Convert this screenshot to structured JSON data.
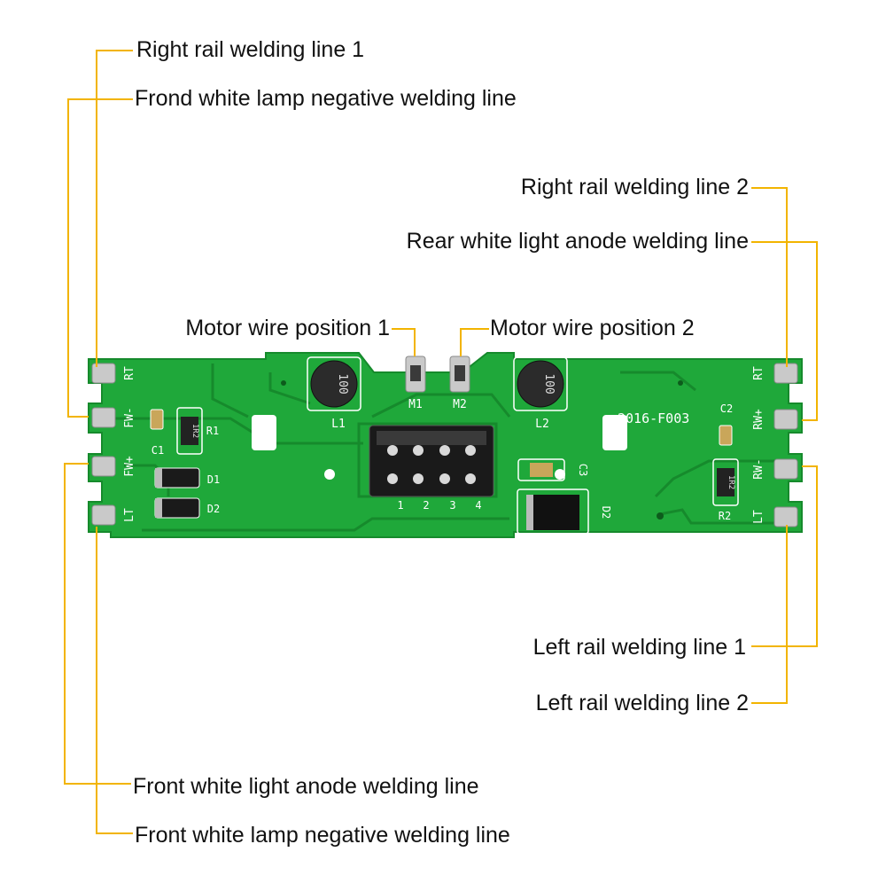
{
  "callouts": {
    "right_rail_1": "Right rail welding line 1",
    "frond_white_lamp_neg": "Frond white lamp negative welding line",
    "right_rail_2": "Right rail welding line 2",
    "rear_white_anode": "Rear white light anode welding line",
    "motor_pos_1": "Motor wire position 1",
    "motor_pos_2": "Motor wire position 2",
    "left_rail_1": "Left rail welding line 1",
    "left_rail_2": "Left rail welding line 2",
    "front_white_anode": "Front white light anode welding line",
    "front_white_lamp_neg": "Front white lamp negative welding line"
  },
  "board": {
    "model": "2016-F003",
    "pads_left": [
      "RT",
      "FW-",
      "FW+",
      "LT"
    ],
    "pads_right": [
      "RT",
      "RW+",
      "RW-",
      "LT"
    ],
    "motor_pads": [
      "M1",
      "M2"
    ],
    "inductors": [
      "L1",
      "L2"
    ],
    "inductor_marking": "100",
    "resistors": [
      "R1",
      "R2"
    ],
    "resistor_marking": "1R2",
    "capacitors": [
      "C1",
      "C2",
      "C3"
    ],
    "diodes": [
      "D1",
      "D2",
      "D2"
    ],
    "connector_pins": [
      "1",
      "2",
      "3",
      "4"
    ]
  },
  "colors": {
    "leader": "#f2b400",
    "board": "#1fa83a",
    "board_dark": "#168a2c",
    "pad": "#c9c9c9"
  }
}
